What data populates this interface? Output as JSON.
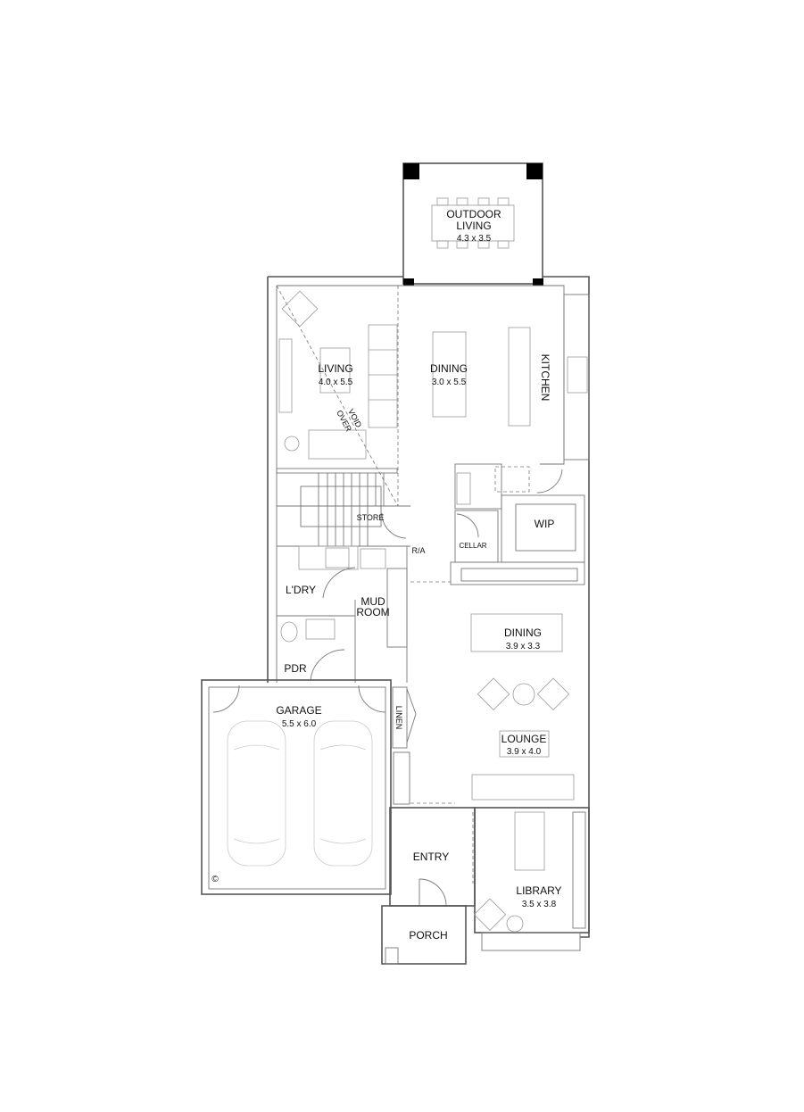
{
  "rooms": {
    "outdoor": {
      "name_line1": "OUTDOOR",
      "name_line2": "LIVING",
      "size": "4.3 x 3.5"
    },
    "living": {
      "name": "LIVING",
      "size": "4.0 x 5.5"
    },
    "dining_upper": {
      "name": "DINING",
      "size": "3.0 x 5.5"
    },
    "kitchen": {
      "name": "KITCHEN"
    },
    "void": {
      "line1": "VOID",
      "line2": "OVER"
    },
    "store": {
      "name": "STORE"
    },
    "wip": {
      "name": "WIP"
    },
    "cellar": {
      "name": "CELLAR"
    },
    "ra": {
      "name": "R/A"
    },
    "laundry": {
      "name": "L'DRY"
    },
    "mudroom": {
      "name_line1": "MUD",
      "name_line2": "ROOM"
    },
    "pdr": {
      "name": "PDR"
    },
    "garage": {
      "name": "GARAGE",
      "size": "5.5 x 6.0"
    },
    "linen": {
      "name": "LINEN"
    },
    "dining_lower": {
      "name": "DINING",
      "size": "3.9 x 3.3"
    },
    "lounge": {
      "name": "LOUNGE",
      "size": "3.9 x 4.0"
    },
    "entry": {
      "name": "ENTRY"
    },
    "library": {
      "name": "LIBRARY",
      "size": "3.5 x 3.8"
    },
    "porch": {
      "name": "PORCH"
    }
  },
  "copyright_symbol": "©",
  "colors": {
    "walls": "#555555",
    "furniture": "#999999",
    "cars": "#cccccc"
  }
}
